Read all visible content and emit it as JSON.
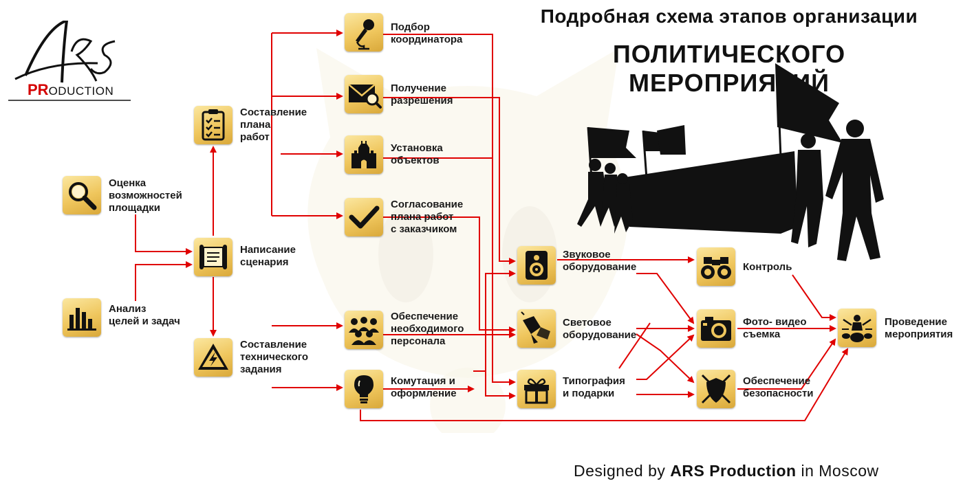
{
  "title": {
    "line1": "Подробная схема этапов организации",
    "line2": "ПОЛИТИЧЕСКОГО МЕРОПРИЯТИЙ"
  },
  "logo": {
    "mark": "ARS",
    "pr": "PR",
    "rest": "ODUCTION"
  },
  "footer": {
    "prefix": "Designed by",
    "brand": "ARS Production",
    "suffix": "in Moscow"
  },
  "colors": {
    "arrow": "#e00000",
    "icon_gold": "#efc65d",
    "text": "#1a1a1a"
  },
  "nodes": {
    "site_assessment": {
      "icon": "magnifier-icon",
      "lines": [
        "Оценка",
        "возможностей",
        "площадки"
      ]
    },
    "goals_analysis": {
      "icon": "bar-chart-icon",
      "lines": [
        "Анализ",
        "целей и задач"
      ]
    },
    "work_plan": {
      "icon": "clipboard-icon",
      "lines": [
        "Составление",
        "плана",
        "работ"
      ]
    },
    "script_writing": {
      "icon": "scroll-icon",
      "lines": [
        "Написание",
        "сценария"
      ]
    },
    "tech_spec": {
      "icon": "warning-icon",
      "lines": [
        "Составление",
        "технического",
        "задания"
      ]
    },
    "coordinators": {
      "icon": "microphone-icon",
      "lines": [
        "Подбор",
        "координатора"
      ]
    },
    "permits": {
      "icon": "envelope-search-icon",
      "lines": [
        "Получение",
        "разрешения"
      ]
    },
    "installation": {
      "icon": "castle-icon",
      "lines": [
        "Установка",
        "объектов"
      ]
    },
    "plan_approval": {
      "icon": "checkmark-icon",
      "lines": [
        "Согласование",
        "плана работ",
        "с заказчиком"
      ]
    },
    "staff": {
      "icon": "people-icon",
      "lines": [
        "Обеспечение",
        "необходимого",
        "персонала"
      ]
    },
    "switching": {
      "icon": "lightbulb-icon",
      "lines": [
        "Комутация и",
        "оформление"
      ]
    },
    "sound": {
      "icon": "speaker-icon",
      "lines": [
        "Звуковое",
        "оборудование"
      ]
    },
    "lighting": {
      "icon": "spotlight-icon",
      "lines": [
        "Световое",
        "оборудование"
      ]
    },
    "printing": {
      "icon": "gift-icon",
      "lines": [
        "Типография",
        "и подарки"
      ]
    },
    "control": {
      "icon": "binoculars-icon",
      "lines": [
        "Контроль"
      ]
    },
    "photo_video": {
      "icon": "camera-icon",
      "lines": [
        "Фото- видео",
        "съемка"
      ]
    },
    "security": {
      "icon": "shield-swords-icon",
      "lines": [
        "Обеспечение",
        "безопасности"
      ]
    },
    "event": {
      "icon": "drummer-icon",
      "lines": [
        "Проведение",
        "мероприятия"
      ]
    }
  }
}
